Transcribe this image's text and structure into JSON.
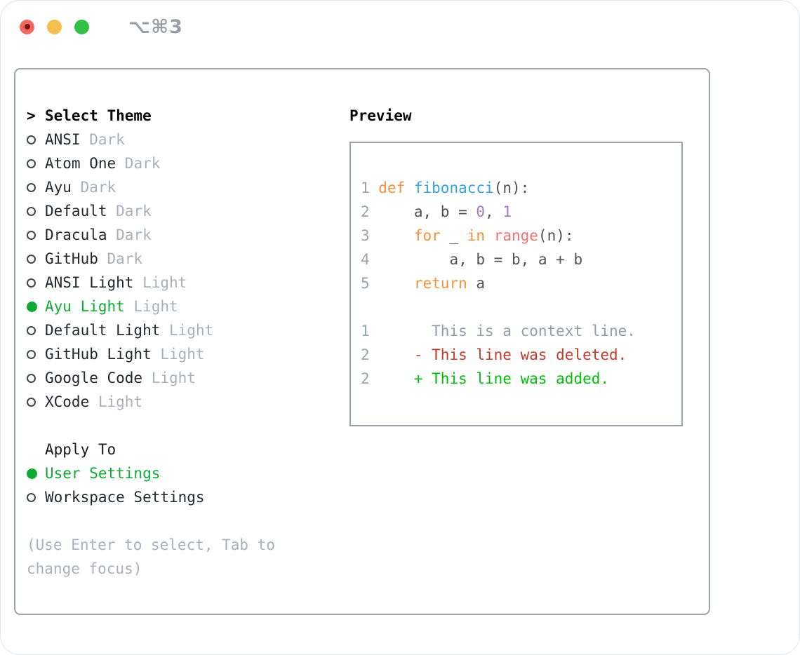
{
  "window": {
    "shortcut_label": "⌥⌘3",
    "traffic_lights": [
      {
        "name": "close",
        "color": "#ee6a5e"
      },
      {
        "name": "minimize",
        "color": "#f5bf4f"
      },
      {
        "name": "zoom",
        "color": "#32c146"
      }
    ]
  },
  "theme_panel": {
    "prompt": ">",
    "title": "Select Theme",
    "themes": [
      {
        "name": "ANSI",
        "variant": "Dark",
        "selected": false
      },
      {
        "name": "Atom One",
        "variant": "Dark",
        "selected": false
      },
      {
        "name": "Ayu",
        "variant": "Dark",
        "selected": false
      },
      {
        "name": "Default",
        "variant": "Dark",
        "selected": false
      },
      {
        "name": "Dracula",
        "variant": "Dark",
        "selected": false
      },
      {
        "name": "GitHub",
        "variant": "Dark",
        "selected": false
      },
      {
        "name": "ANSI Light",
        "variant": "Light",
        "selected": false
      },
      {
        "name": "Ayu Light",
        "variant": "Light",
        "selected": true
      },
      {
        "name": "Default Light",
        "variant": "Light",
        "selected": false
      },
      {
        "name": "GitHub Light",
        "variant": "Light",
        "selected": false
      },
      {
        "name": "Google Code",
        "variant": "Light",
        "selected": false
      },
      {
        "name": "XCode",
        "variant": "Light",
        "selected": false
      }
    ],
    "apply_to": {
      "title": "Apply To",
      "options": [
        {
          "label": "User Settings",
          "selected": true
        },
        {
          "label": "Workspace Settings",
          "selected": false
        }
      ]
    },
    "hint": "(Use Enter to select, Tab to change focus)"
  },
  "preview": {
    "title": "Preview",
    "lines": [
      {
        "segments": [
          {
            "t": "1 ",
            "c": "lineno"
          },
          {
            "t": "def ",
            "c": "keyword"
          },
          {
            "t": "fibonacci",
            "c": "function"
          },
          {
            "t": "(n):",
            "c": "fg"
          }
        ]
      },
      {
        "segments": [
          {
            "t": "2 ",
            "c": "lineno"
          },
          {
            "t": "    a, b = ",
            "c": "fg"
          },
          {
            "t": "0",
            "c": "number"
          },
          {
            "t": ", ",
            "c": "fg"
          },
          {
            "t": "1",
            "c": "number"
          }
        ]
      },
      {
        "segments": [
          {
            "t": "3 ",
            "c": "lineno"
          },
          {
            "t": "    ",
            "c": "fg"
          },
          {
            "t": "for",
            "c": "keyword"
          },
          {
            "t": " _ ",
            "c": "fg"
          },
          {
            "t": "in",
            "c": "keyword"
          },
          {
            "t": " ",
            "c": "fg"
          },
          {
            "t": "range",
            "c": "call"
          },
          {
            "t": "(n):",
            "c": "fg"
          }
        ]
      },
      {
        "segments": [
          {
            "t": "4 ",
            "c": "lineno"
          },
          {
            "t": "        a, b = b, a + b",
            "c": "fg"
          }
        ]
      },
      {
        "segments": [
          {
            "t": "5 ",
            "c": "lineno"
          },
          {
            "t": "    ",
            "c": "fg"
          },
          {
            "t": "return",
            "c": "keyword"
          },
          {
            "t": " a",
            "c": "fg"
          }
        ]
      },
      {
        "segments": []
      },
      {
        "segments": [
          {
            "t": "1 ",
            "c": "lineno"
          },
          {
            "t": "      This is a context line.",
            "c": "context"
          }
        ]
      },
      {
        "segments": [
          {
            "t": "2 ",
            "c": "lineno"
          },
          {
            "t": "    ",
            "c": "fg"
          },
          {
            "t": "- This line was deleted.",
            "c": "removed"
          }
        ]
      },
      {
        "segments": [
          {
            "t": "2 ",
            "c": "lineno"
          },
          {
            "t": "    ",
            "c": "fg"
          },
          {
            "t": "+ This line was added.",
            "c": "added"
          }
        ]
      }
    ]
  },
  "colors": {
    "accent_green": "#0fa935",
    "keyword_orange": "#f8903e",
    "function_blue": "#36a3e9",
    "call_red": "#f07171",
    "number_purple": "#a37acc",
    "code_fg": "#4d5359",
    "line_number": "#9aa3ae",
    "context_gray": "#949ca6",
    "diff_removed": "#c63929",
    "diff_added": "#02bd0c",
    "muted_gray": "#a8b0bb",
    "text_dark": "#23282e",
    "border_gray": "#9ba3ad"
  }
}
